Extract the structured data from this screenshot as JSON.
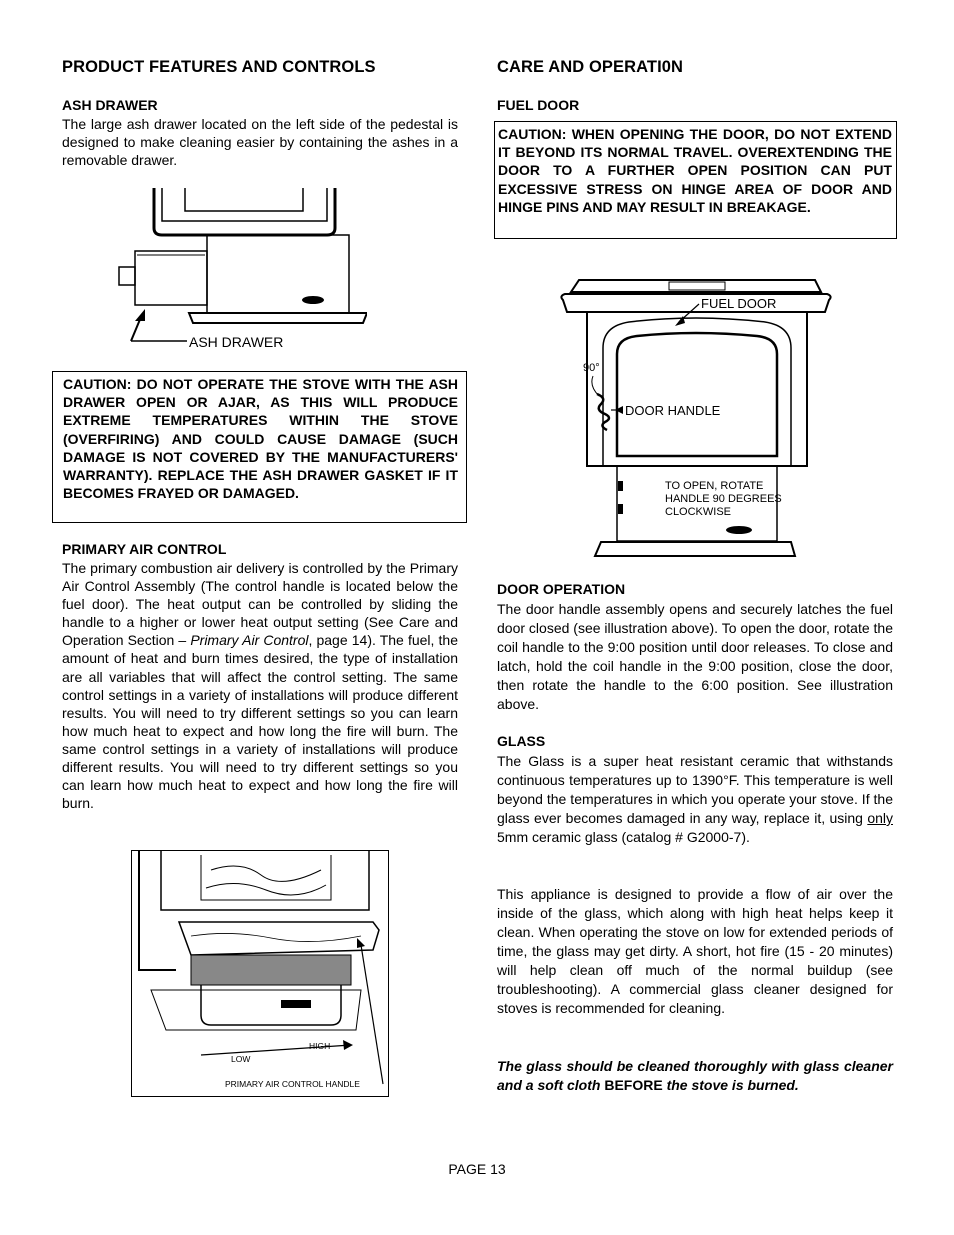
{
  "left": {
    "heading": "PRODUCT FEATURES AND CONTROLS",
    "ash_drawer": {
      "title": "ASH DRAWER",
      "body": "The large ash drawer located on the left side of the pedestal is designed to make cleaning easier by containing the ashes in a removable drawer.",
      "figure_label": "ASH DRAWER"
    },
    "caution": "CAUTION:  DO NOT OPERATE THE STOVE WITH THE ASH DRAWER OPEN OR AJAR, AS THIS WILL PRODUCE EXTREME TEMPERATURES WITHIN THE STOVE (OVERFIRING) AND COULD CAUSE DAMAGE (SUCH DAMAGE IS NOT COVERED BY THE MANUFACTURERS' WARRANTY).  REPLACE THE ASH DRAWER GASKET IF IT BECOMES FRAYED OR DAMAGED.",
    "primary_air": {
      "title": "PRIMARY AIR CONTROL",
      "body_part1": "The primary combustion air delivery is controlled by the Primary Air Control Assembly (The control handle is located below the fuel door). The heat output can be controlled by sliding the handle to a higher or lower heat output setting (See Care and Operation Section – ",
      "body_italic": "Primary Air Control",
      "body_part2": ", page 14). The fuel, the amount of heat and burn times desired, the type of installation are all variables that will affect the control setting. The same control settings in a variety of installations will produce different results. You will need to try different settings so you can learn how much heat to expect and how long the fire will burn. The same control settings in a variety of installations will produce different results. You will need to try different settings so you can learn how much heat to expect and how long the fire will burn.",
      "figure_low": "LOW",
      "figure_high": "HIGH",
      "figure_label": "PRIMARY AIR CONTROL HANDLE"
    }
  },
  "right": {
    "heading": "CARE AND OPERATI0N",
    "fuel_door": {
      "title": "FUEL DOOR",
      "caution": "CAUTION:  WHEN OPENING THE DOOR, DO NOT EXTEND IT BEYOND ITS NORMAL TRAVEL. OVEREXTENDING THE DOOR TO A FURTHER OPEN POSITION CAN PUT EXCESSIVE STRESS ON HINGE AREA OF DOOR AND HINGE PINS AND MAY RESULT IN BREAKAGE.",
      "figure_fuel_door": "FUEL DOOR",
      "figure_angle": "90°",
      "figure_door_handle": "DOOR HANDLE",
      "figure_note_1": "TO OPEN, ROTATE",
      "figure_note_2": "HANDLE 90 DEGREES",
      "figure_note_3": "CLOCKWISE"
    },
    "door_operation": {
      "title": "DOOR OPERATION",
      "body": "The door handle assembly opens and securely latches the fuel door closed (see illustration above). To open the door, rotate the coil handle to the 9:00 position until door releases. To close and latch, hold the coil handle in the 9:00 position, close the door, then rotate the handle to the 6:00 position. See illustration above."
    },
    "glass": {
      "title": "GLASS",
      "body_part1": "The Glass is a super heat resistant ceramic that withstands continuous temperatures up to 1390°F. This temperature is well beyond the temperatures in which you operate your stove. If the glass ever becomes damaged in any way, replace it, using ",
      "body_underline": "only",
      "body_part2": " 5mm ceramic glass (catalog # G2000-7).",
      "body2": "This appliance is designed to provide a flow of air over the inside of the glass, which along with high heat helps keep it clean. When operating the stove on low for extended periods of time, the glass may get dirty. A short, hot fire (15 - 20 minutes) will help clean off much of the normal buildup (see troubleshooting). A commercial glass cleaner designed for stoves is recommended for cleaning.",
      "note_italic1": "The glass should be cleaned thoroughly with glass cleaner and a soft cloth ",
      "note_bold": "BEFORE",
      "note_italic2": " the stove is burned."
    }
  },
  "footer": {
    "page": "PAGE 13"
  }
}
